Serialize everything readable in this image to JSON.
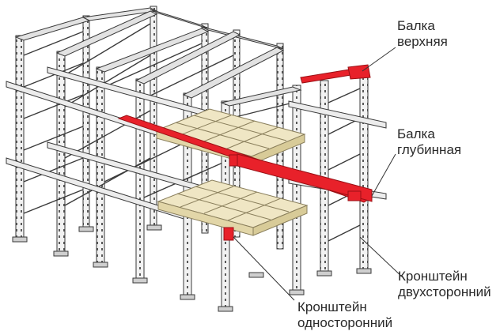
{
  "labels": {
    "top_beam": {
      "line1": "Балка",
      "line2": "верхняя"
    },
    "depth_beam": {
      "line1": "Балка",
      "line2": "глубинная"
    },
    "double_bracket": {
      "line1": "Кронштейн",
      "line2": "двухсторонний"
    },
    "single_bracket": {
      "line1": "Кронштейн",
      "line2": "односторонний"
    }
  },
  "colors": {
    "frame": "#3a3a3a",
    "frame_fill": "#e9e9e9",
    "highlight": "#e8212a",
    "pallet": "#efe6c4",
    "pallet_edge": "#8a7f5c",
    "leader": "#333333"
  }
}
